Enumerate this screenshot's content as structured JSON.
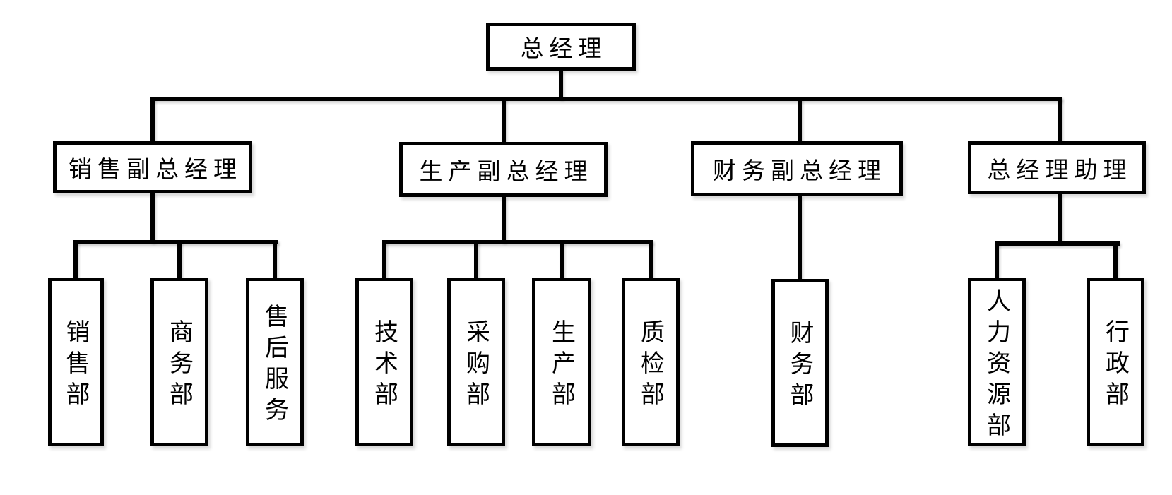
{
  "colors": {
    "background": "#ffffff",
    "line": "#000000",
    "box_fill": "#ffffff",
    "box_border": "#000000",
    "text": "#000000",
    "shadow": "rgba(0,0,0,0.15)"
  },
  "org": {
    "root": {
      "label": "总经理"
    },
    "level1": [
      {
        "label": "销售副总经理",
        "parent": "总经理"
      },
      {
        "label": "生产副总经理",
        "parent": "总经理"
      },
      {
        "label": "财务副总经理",
        "parent": "总经理"
      },
      {
        "label": "总经理助理",
        "parent": "总经理"
      }
    ],
    "level2": [
      {
        "label": "销售部",
        "parent": "销售副总经理"
      },
      {
        "label": "商务部",
        "parent": "销售副总经理"
      },
      {
        "label": "售后服务",
        "parent": "销售副总经理"
      },
      {
        "label": "技术部",
        "parent": "生产副总经理"
      },
      {
        "label": "采购部",
        "parent": "生产副总经理"
      },
      {
        "label": "生产部",
        "parent": "生产副总经理"
      },
      {
        "label": "质检部",
        "parent": "生产副总经理"
      },
      {
        "label": "财务部",
        "parent": "财务副总经理"
      },
      {
        "label": "人力资源部",
        "parent": "总经理助理"
      },
      {
        "label": "行政部",
        "parent": "总经理助理"
      }
    ]
  }
}
